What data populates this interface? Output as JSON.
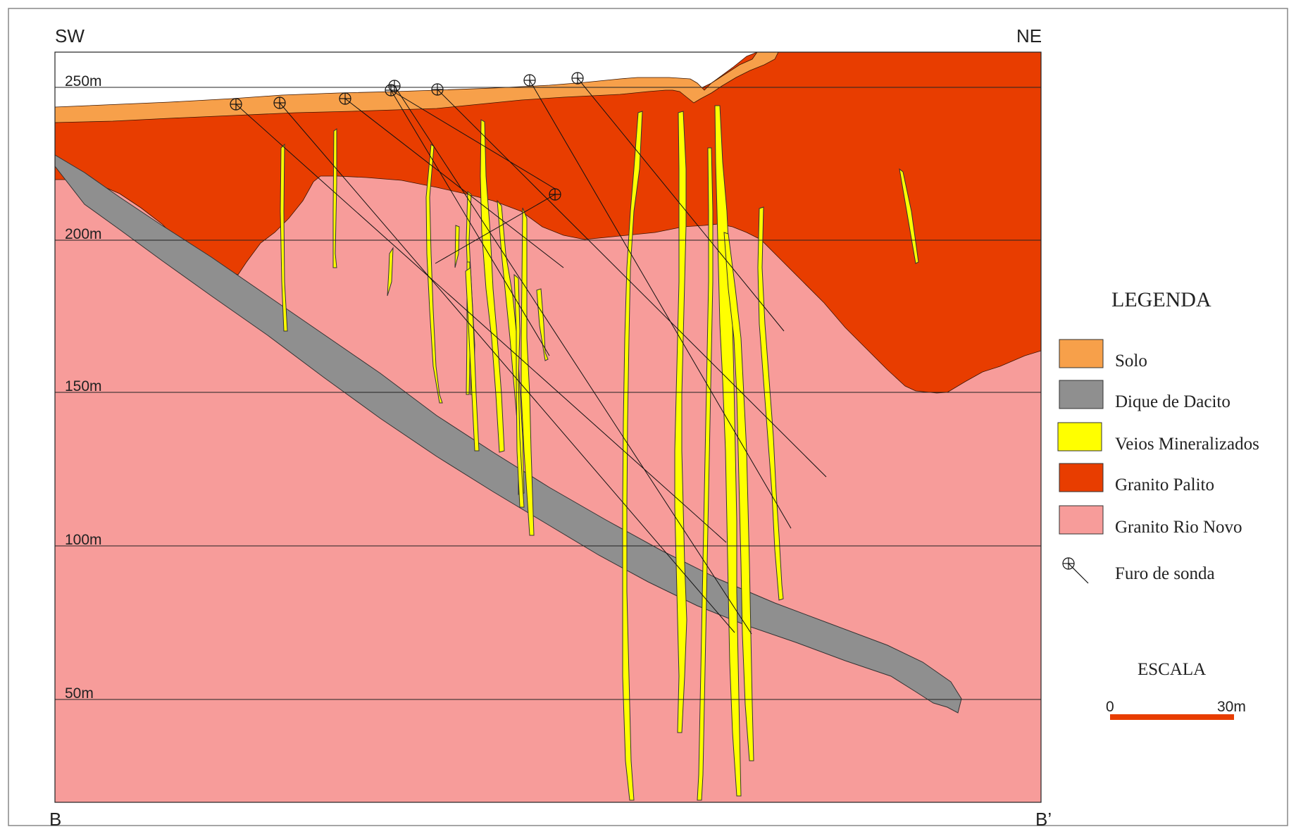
{
  "orientation": {
    "left": "SW",
    "right": "NE"
  },
  "section_ends": {
    "left": "B",
    "right": "B’"
  },
  "elevation_labels": [
    "250m",
    "200m",
    "150m",
    "100m",
    "50m"
  ],
  "legend": {
    "title": "LEGENDA",
    "items": [
      {
        "label": "Solo",
        "color": "#F7A04A"
      },
      {
        "label": "Dique de Dacito",
        "color": "#8F8F8F"
      },
      {
        "label": "Veios Mineralizados",
        "color": "#FFFF00"
      },
      {
        "label": "Granito Palito",
        "color": "#E83D00"
      },
      {
        "label": "Granito Rio Novo",
        "color": "#F79C9A"
      },
      {
        "label": "Furo de sonda",
        "icon": "drillhole-icon"
      }
    ]
  },
  "scale": {
    "title": "ESCALA",
    "start": "0",
    "end": "30m",
    "color": "#E83D00"
  },
  "colors": {
    "solo": "#F7A04A",
    "dique": "#8F8F8F",
    "veios": "#FFFF00",
    "granito_palito": "#E83D00",
    "granito_rio_novo": "#F79C9A",
    "border": "#333333"
  }
}
